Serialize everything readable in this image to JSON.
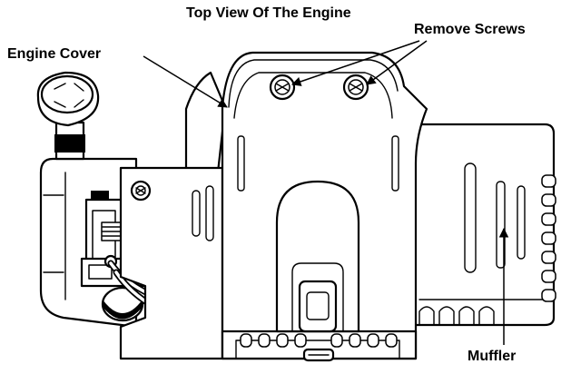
{
  "labels": {
    "top_view": "Top View Of The Engine",
    "engine_cover": "Engine Cover",
    "remove_screws": "Remove Screws",
    "muffler": "Muffler"
  }
}
